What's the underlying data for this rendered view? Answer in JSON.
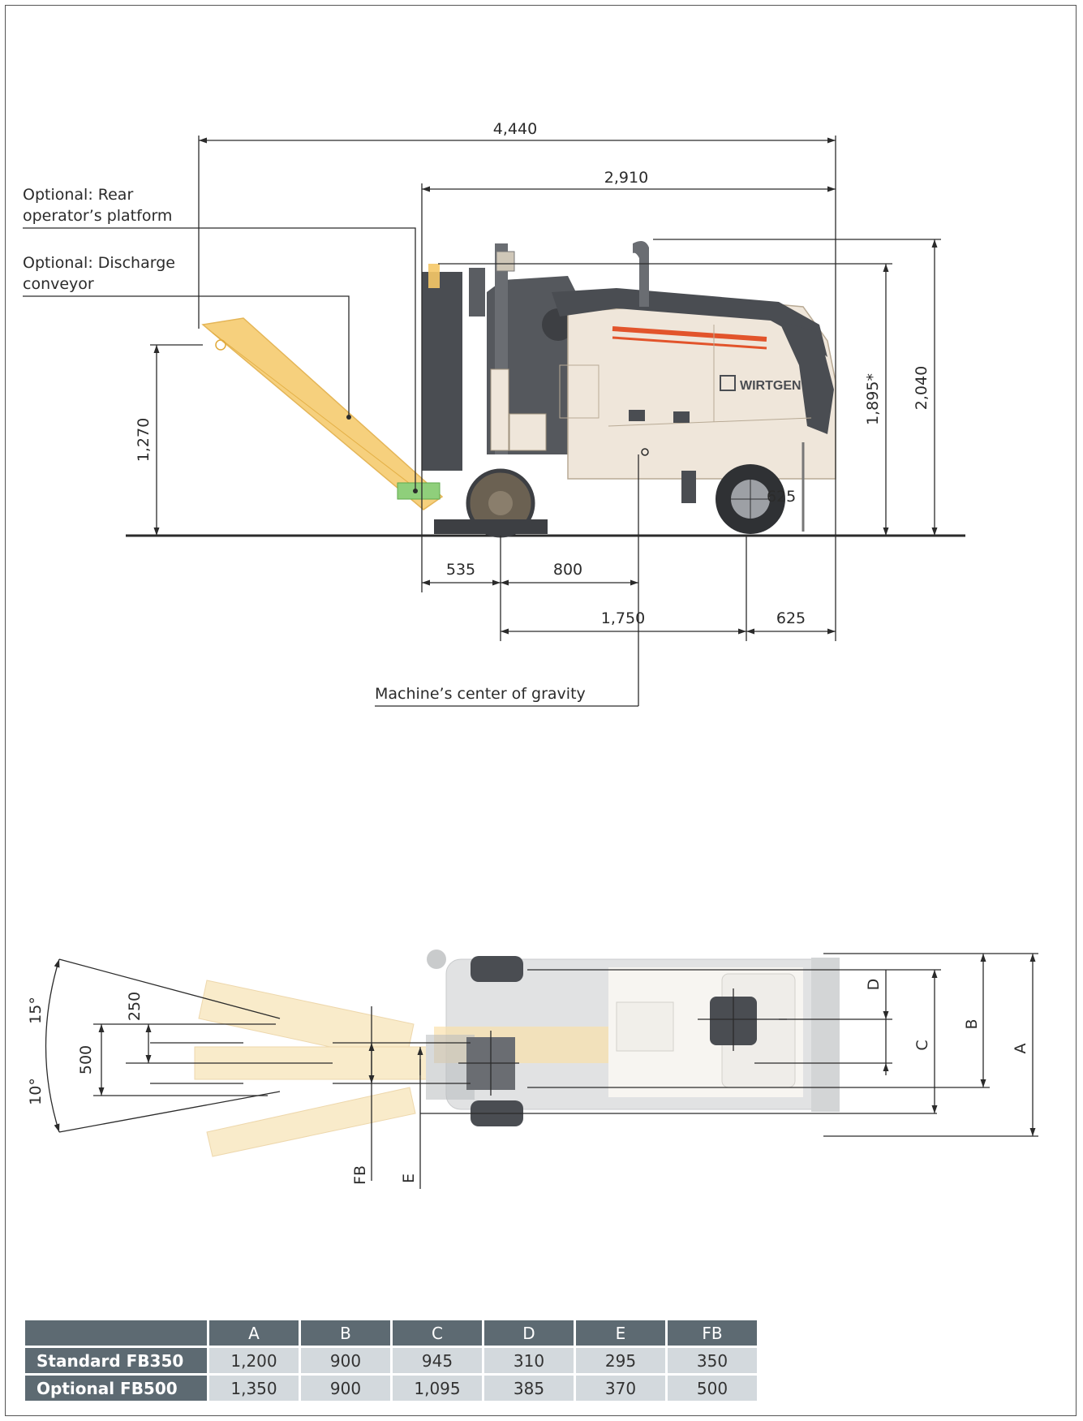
{
  "side_view": {
    "dimensions": {
      "overall_length": "4,440",
      "machine_length": "2,910",
      "height_top": "2,040",
      "height_cab": "1,895*",
      "conveyor_height": "1,270",
      "rear_overhang": "535",
      "to_center_gravity": "800",
      "wheelbase": "1,750",
      "front_overhang": "625",
      "wheel_radius": "625"
    },
    "labels": {
      "rear_platform": [
        "Optional: Rear",
        "operator’s platform"
      ],
      "discharge_conveyor": [
        "Optional: Discharge",
        "conveyor"
      ],
      "center_of_gravity": "Machine’s center of gravity"
    },
    "brand": "WIRTGEN"
  },
  "top_view": {
    "angles": {
      "up": "15°",
      "down": "10°"
    },
    "dimensions": {
      "offset": "250",
      "conveyor_width": "500"
    },
    "letters": {
      "A": "A",
      "B": "B",
      "C": "C",
      "D": "D",
      "E": "E",
      "FB": "FB"
    }
  },
  "table": {
    "headers": [
      "A",
      "B",
      "C",
      "D",
      "E",
      "FB"
    ],
    "rows": [
      {
        "name": "Standard FB350",
        "values": [
          "1,200",
          "900",
          "945",
          "310",
          "295",
          "350"
        ]
      },
      {
        "name": "Optional FB500",
        "values": [
          "1,350",
          "900",
          "1,095",
          "385",
          "370",
          "500"
        ]
      }
    ]
  },
  "colors": {
    "body": "#efe6da",
    "dark": "#4a4d52",
    "stripe": "#e2542b",
    "conveyor": "#f5c867",
    "header": "#5d6a72",
    "cell": "#d3d9dd"
  }
}
